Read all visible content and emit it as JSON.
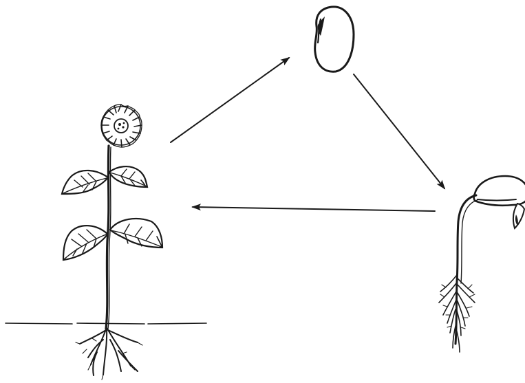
{
  "diagram": {
    "stages": [
      {
        "id": "seed",
        "icon": "bean-seed-icon"
      },
      {
        "id": "seedling",
        "icon": "germinating-seedling-icon"
      },
      {
        "id": "plant",
        "icon": "sunflower-plant-icon"
      }
    ],
    "cycle": [
      "plant",
      "seed",
      "seedling",
      "plant"
    ],
    "colors": {
      "ink": "#1a1a1a",
      "background": "#ffffff"
    }
  }
}
